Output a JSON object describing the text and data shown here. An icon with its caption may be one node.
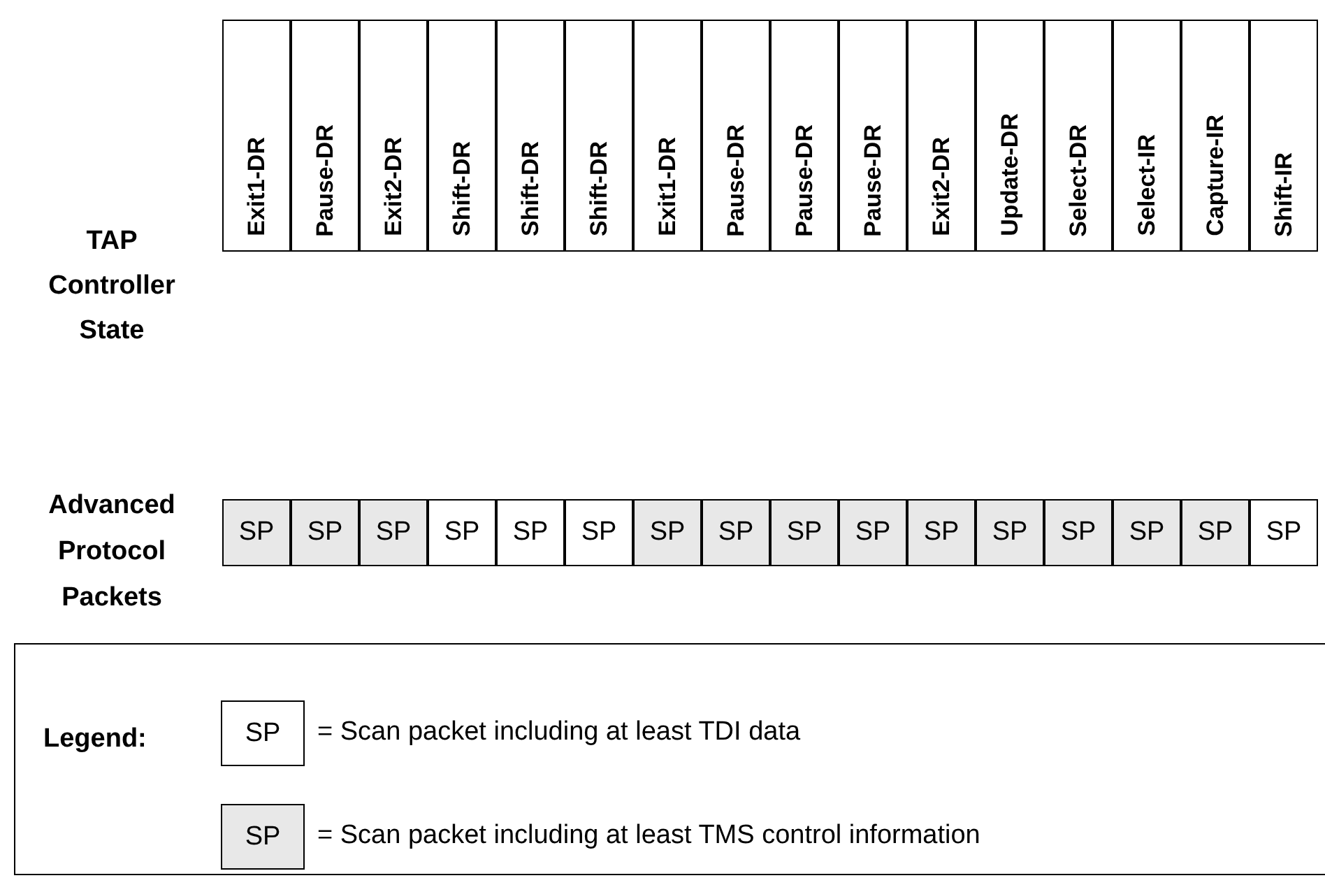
{
  "diagram": {
    "nodes": [
      {
        "text": [
          "Exit1-DR"
        ]
      },
      {
        "text": [
          "Pause-DR"
        ]
      },
      {
        "text": [
          "Exit2-DR"
        ]
      },
      {
        "text": [
          "Shift-DR"
        ]
      },
      {
        "text": [
          "Shift-DR"
        ]
      },
      {
        "text": [
          "Shift-DR"
        ]
      },
      {
        "text": [
          "Exit1-DR"
        ]
      },
      {
        "text": [
          "Pause-DR"
        ]
      },
      {
        "text": [
          "Pause-DR"
        ]
      },
      {
        "text": [
          "Pause-DR"
        ]
      },
      {
        "text": [
          "Exit2-DR"
        ]
      },
      {
        "text": [
          "Update-DR"
        ]
      },
      {
        "text": [
          "Select-DR"
        ]
      },
      {
        "text": [
          "Select-IR"
        ]
      },
      {
        "text": [
          "Capture-IR"
        ]
      },
      {
        "text": [
          "Shift-IR"
        ]
      },
      {
        "text": [
          "SP"
        ]
      },
      {
        "text": [
          "SP"
        ]
      },
      {
        "text": [
          "SP"
        ]
      },
      {
        "text": [
          "SP"
        ]
      },
      {
        "text": [
          "SP"
        ]
      },
      {
        "text": [
          "SP"
        ]
      },
      {
        "text": [
          "SP"
        ]
      },
      {
        "text": [
          "SP"
        ]
      },
      {
        "text": [
          "SP"
        ]
      },
      {
        "text": [
          "SP"
        ]
      },
      {
        "text": [
          "SP"
        ]
      },
      {
        "text": [
          "SP"
        ]
      },
      {
        "text": [
          "SP"
        ]
      },
      {
        "text": [
          "SP"
        ]
      },
      {
        "text": [
          "SP"
        ]
      },
      {
        "text": [
          "SP"
        ]
      }
    ],
    "labels": [
      "TAP Controller State",
      "Advanced Protocol Packets",
      "Legend:",
      "SP",
      "SP"
    ],
    "legend": [
      {
        "text": "= Scan packet including at least TDI data",
        "color": "#ffffff"
      },
      {
        "text": "= Scan packet including at least TMS control information",
        "color": "#e8e8e8"
      }
    ]
  }
}
